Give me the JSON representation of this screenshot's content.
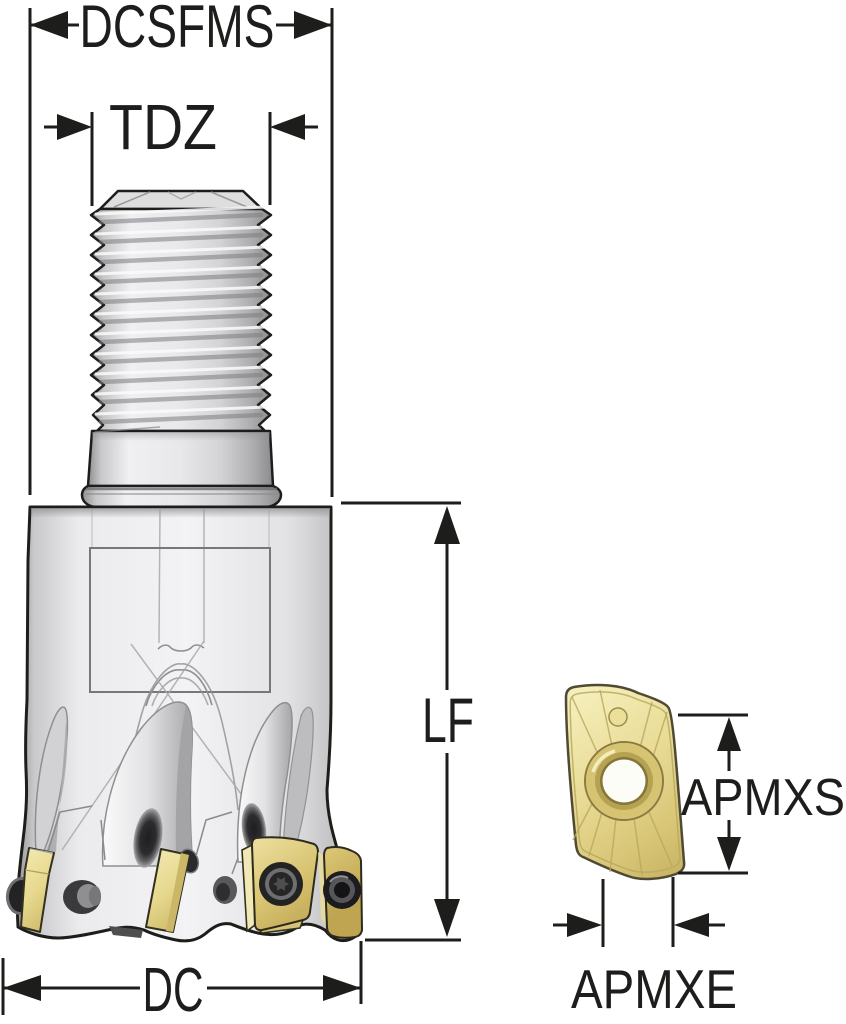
{
  "figure": {
    "description": "Technical dimension drawing of an indexable screw-in milling cutter with gold inserts, plus a separate insert drawing",
    "background_color": "#ffffff",
    "stroke_color": "#1d1d1b",
    "colors": {
      "insert_gold": "#e9dc96",
      "insert_brass": "#d9c573",
      "steel_light": "#f3f3f5",
      "steel_dark": "#98989a"
    },
    "labels": {
      "dcsfms": "DCSFMS",
      "tdz": "TDZ",
      "lf": "LF",
      "dc": "DC",
      "apmxs": "APMXS",
      "apmxe": "APMXE"
    }
  }
}
